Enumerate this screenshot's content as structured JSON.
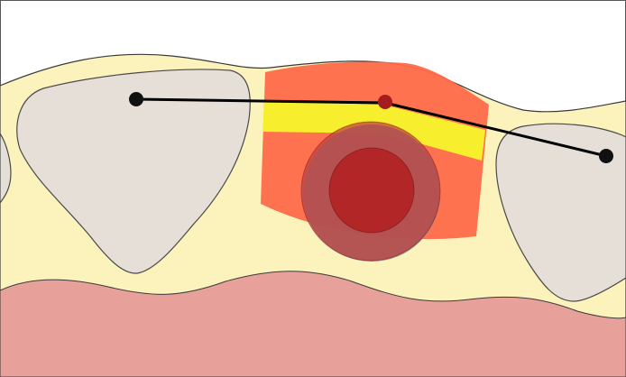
{
  "diagram": {
    "background_color": "#ffffff",
    "frame_color": "#555555",
    "colors": {
      "gum_tissue": "#fbf3bb",
      "gum_outline": "#3a3a3a",
      "bone_base": "#e8a19a",
      "tooth_fill": "#e6dfd8",
      "tooth_outline": "#4a4a4a",
      "treatment_zone": "#ff6a4a",
      "yellow_band": "#f7f42c",
      "outer_circle_fill": "#8a8a8a",
      "middle_circle_fill": "#c33a3a",
      "inner_circle_fill": "#b12124",
      "connector_line": "#000000",
      "endpoint_marker": "#111111",
      "center_marker": "#a51c1c"
    },
    "components": [
      "gum-tissue",
      "bone-base",
      "left-tooth",
      "right-tooth",
      "left-edge-tooth",
      "treatment-zone",
      "yellow-band",
      "outer-circle",
      "middle-circle",
      "inner-circle",
      "connector-line",
      "left-endpoint-marker",
      "center-marker",
      "right-endpoint-marker"
    ]
  }
}
